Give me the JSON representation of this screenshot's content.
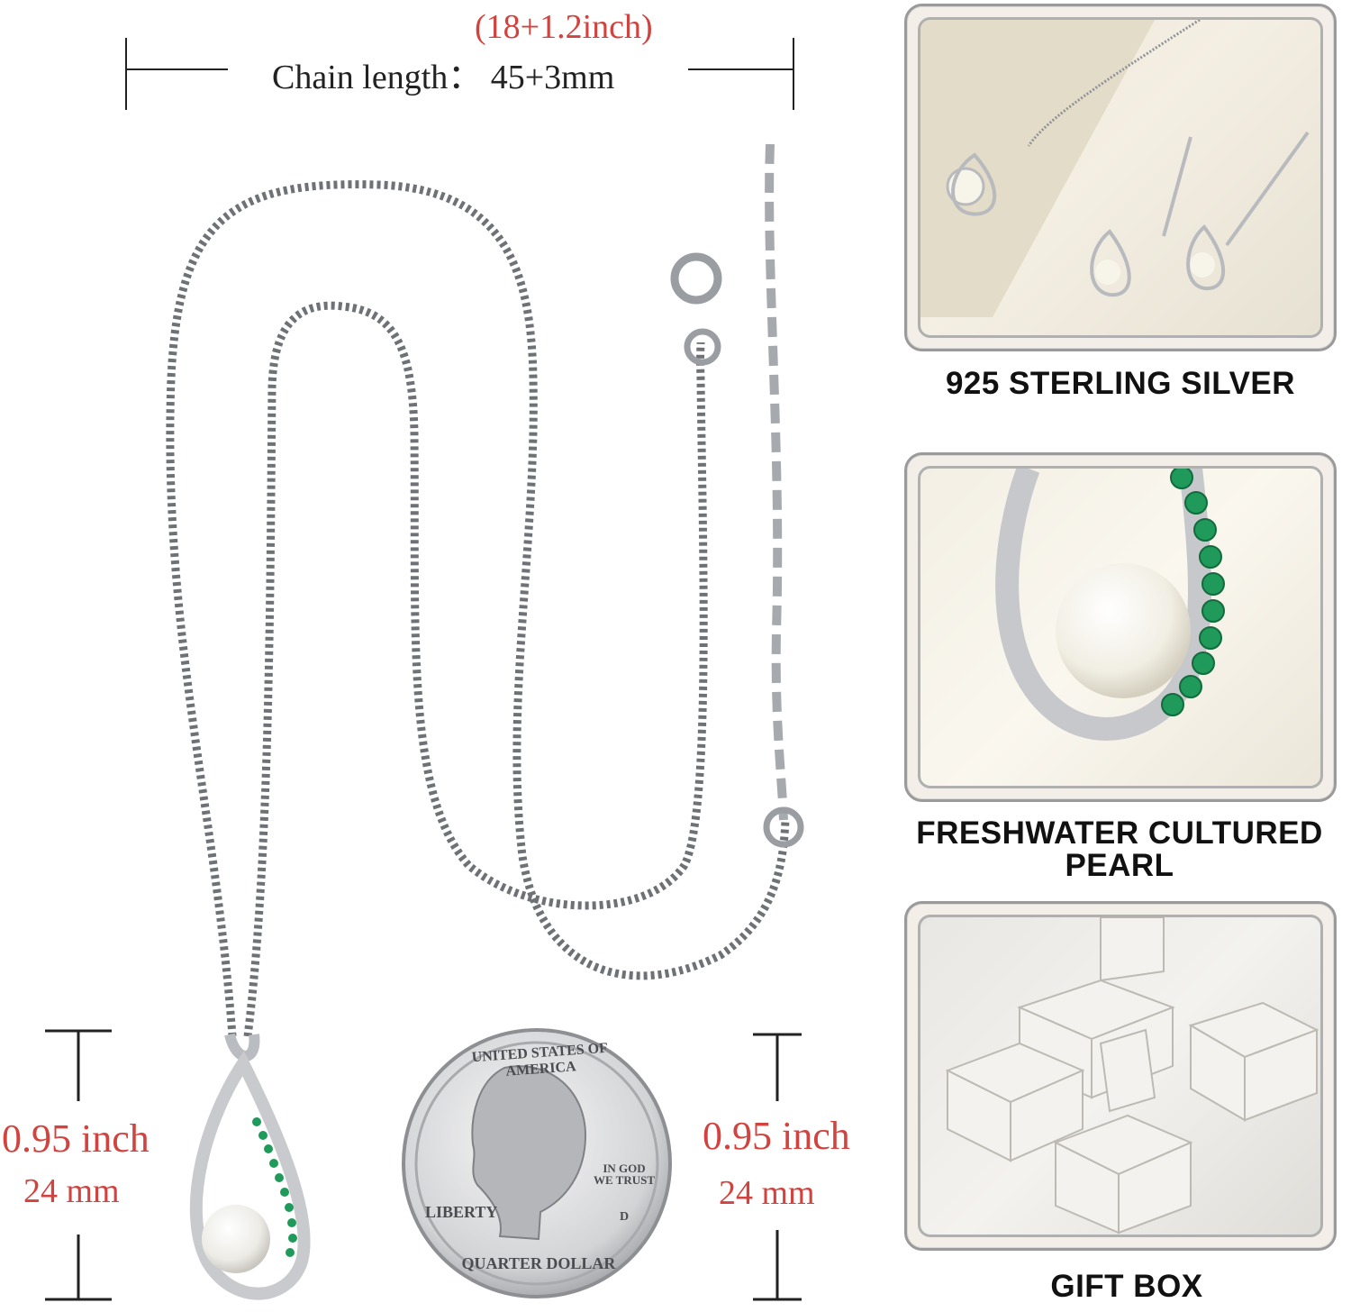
{
  "chain": {
    "inch_label": "(18+1.2inch)",
    "length_label": "Chain length： 45+3mm"
  },
  "left_dimension": {
    "inch": "0.95 inch",
    "mm": "24 mm"
  },
  "right_dimension": {
    "inch": "0.95 inch",
    "mm": "24 mm"
  },
  "coin": {
    "top_text": "UNITED STATES OF AMERICA",
    "motto": "IN GOD WE TRUST",
    "liberty": "LIBERTY",
    "bottom_text": "QUARTER DOLLAR",
    "mint": "D"
  },
  "features": [
    {
      "caption": "925 STERLING SILVER"
    },
    {
      "caption_line1": "FRESHWATER CULTURED",
      "caption_line2": "PEARL"
    },
    {
      "caption": "GIFT BOX"
    }
  ],
  "colors": {
    "accent_red": "#d2433f",
    "emerald": "#1f9a5a",
    "silver": "#b9bcc0"
  }
}
